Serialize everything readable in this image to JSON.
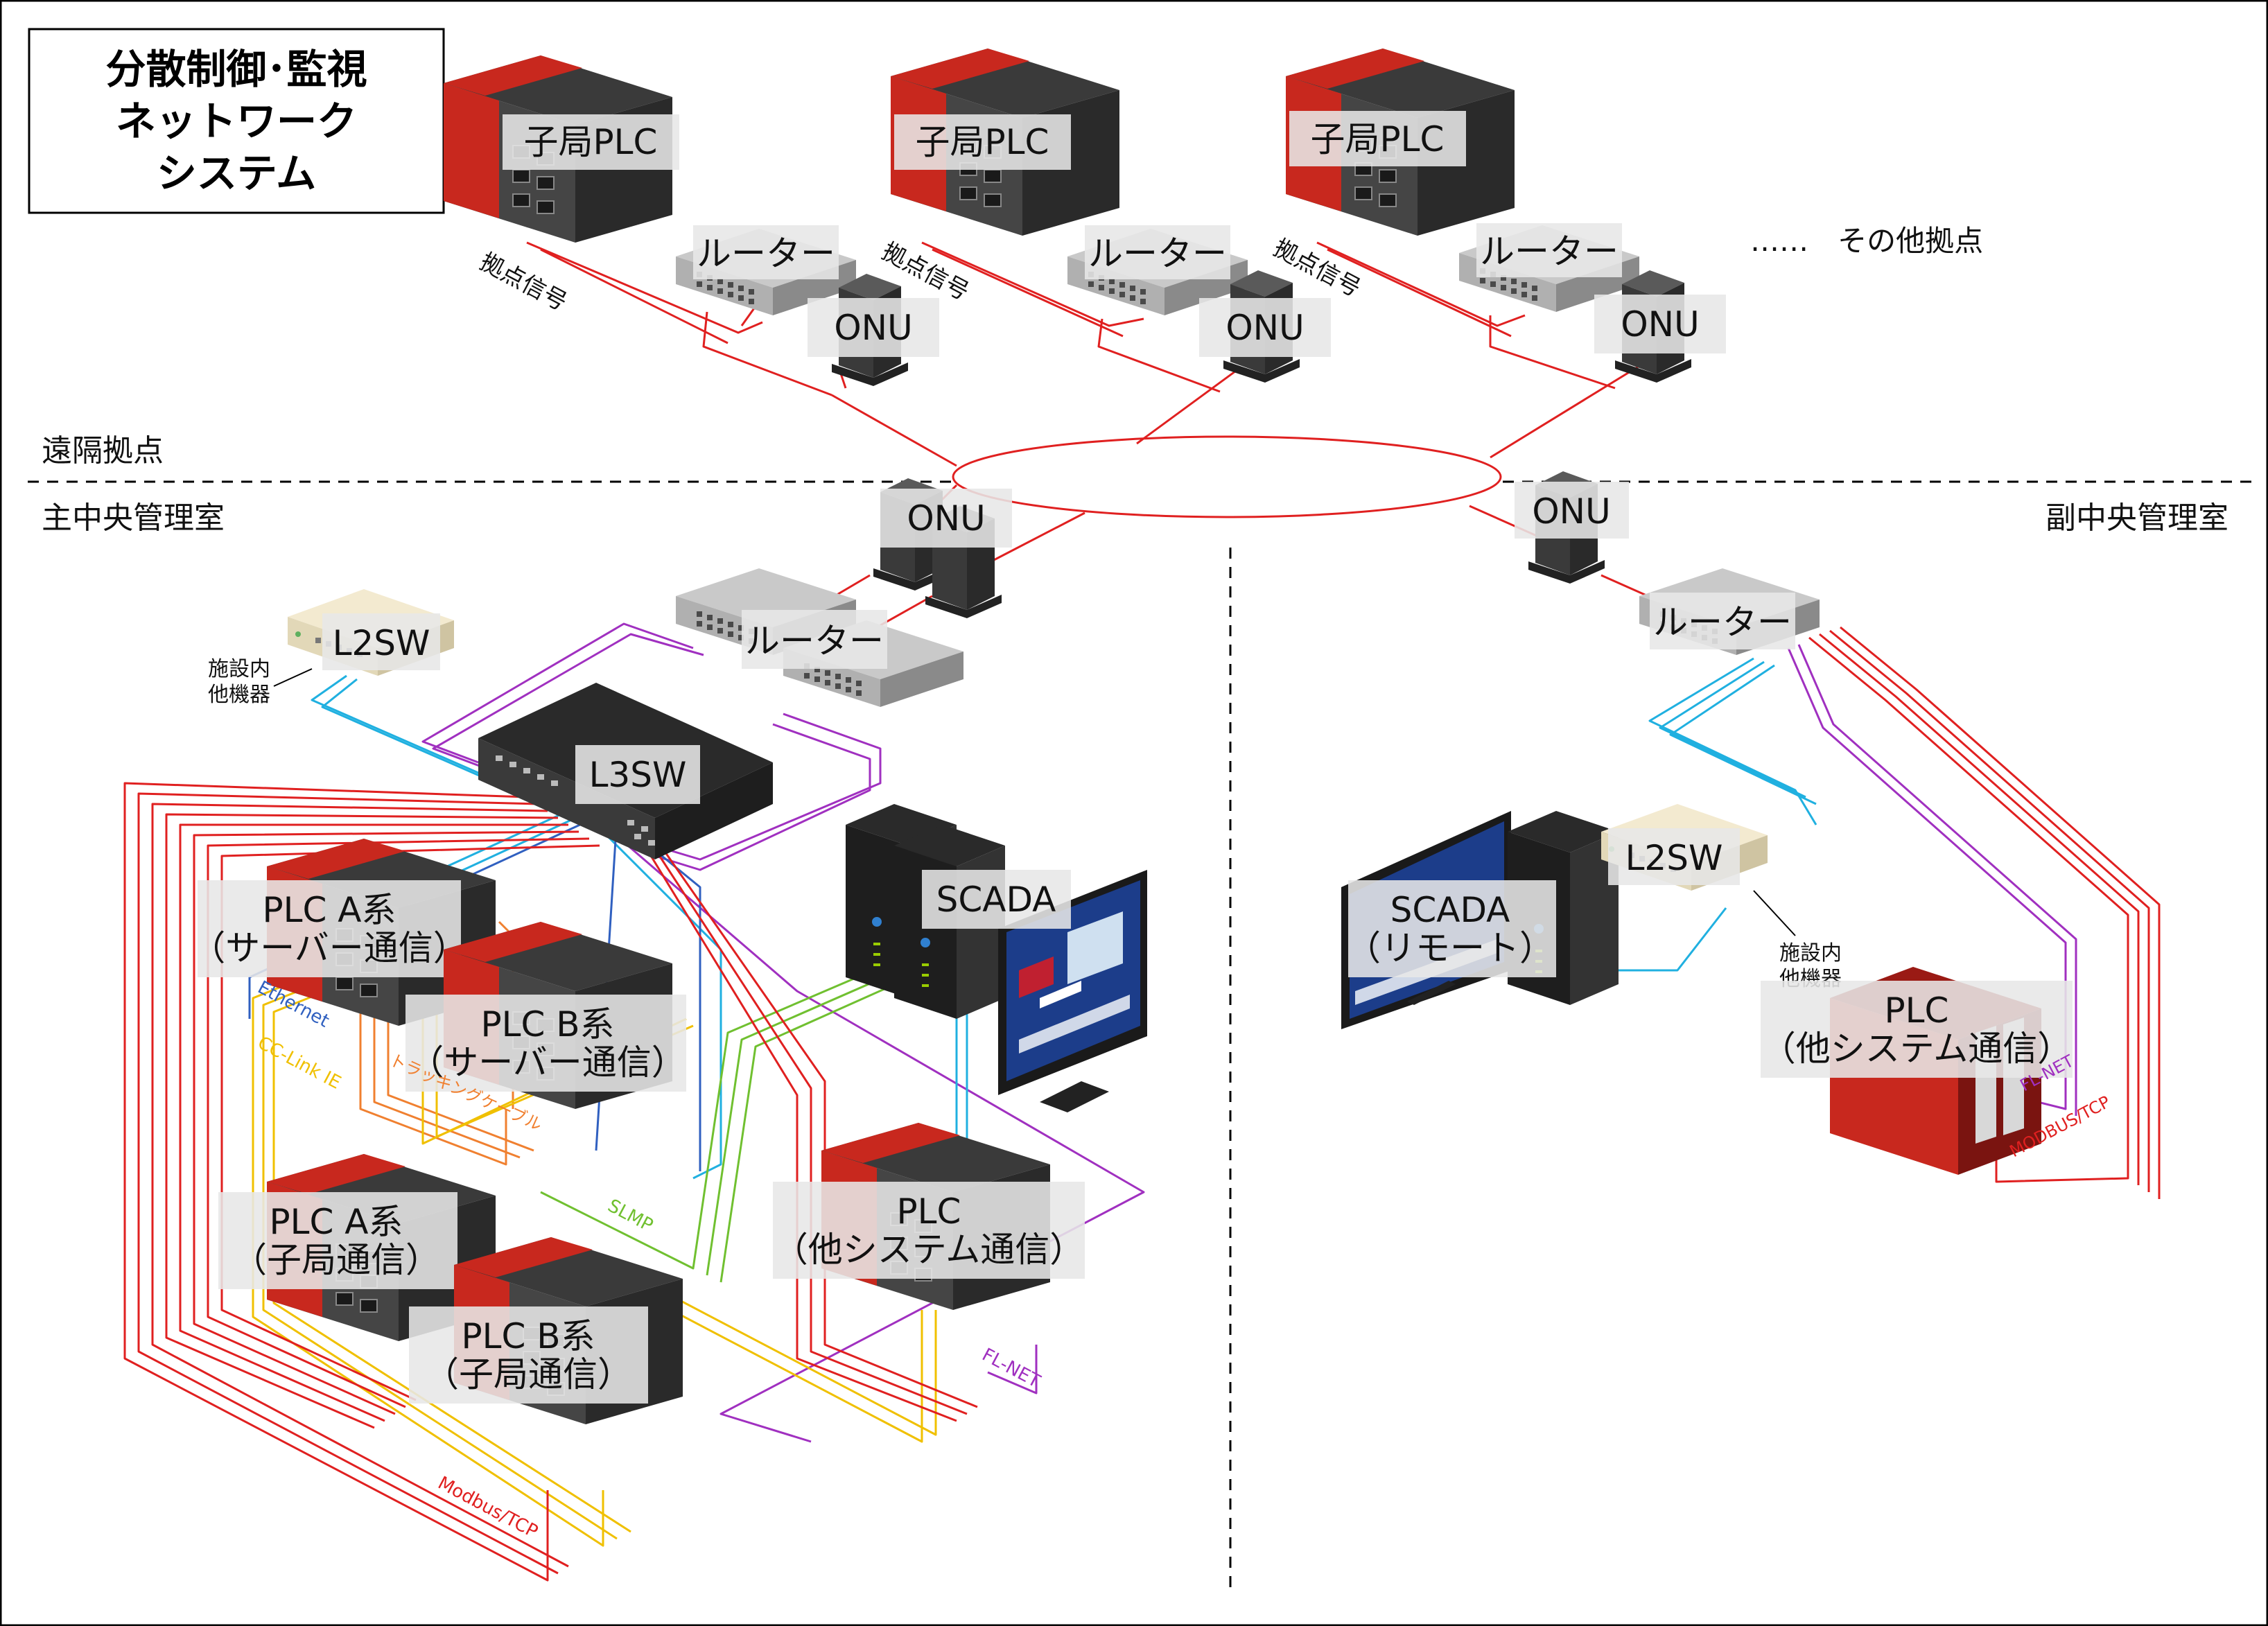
{
  "title": {
    "line1": "分散制御･監視",
    "line2": "ネットワーク",
    "line3": "システム"
  },
  "regions": {
    "remote": "遠隔拠点",
    "main_room": "主中央管理室",
    "sub_room": "副中央管理室"
  },
  "remote_sites": {
    "plc_label": "子局PLC",
    "router_label": "ルーター",
    "onu_label": "ONU",
    "signal_label": "拠点信号",
    "others_label": "‥‥‥　その他拠点"
  },
  "main_room": {
    "onu": "ONU",
    "router": "ルーター",
    "l2sw": "L2SW",
    "l2sw_note_1": "施設内",
    "l2sw_note_2": "他機器",
    "l3sw": "L3SW",
    "scada": "SCADA",
    "plc_a_server": [
      "PLC A系",
      "（サーバー通信）"
    ],
    "plc_b_server": [
      "PLC B系",
      "（サーバー通信）"
    ],
    "plc_a_child": [
      "PLC A系",
      "（子局通信）"
    ],
    "plc_b_child": [
      "PLC B系",
      "（子局通信）"
    ],
    "plc_other": [
      "PLC",
      "（他システム通信）"
    ],
    "wire_labels": {
      "ethernet": "Ethernet",
      "cclink": "CC-Link IE",
      "tracking": "トラッキングケーブル",
      "slmp": "SLMP",
      "flnet": "FL-NET",
      "modbus": "Modbus/TCP"
    }
  },
  "sub_room": {
    "onu": "ONU",
    "router": "ルーター",
    "l2sw": "L2SW",
    "l2sw_note_1": "施設内",
    "l2sw_note_2": "他機器",
    "scada": [
      "SCADA",
      "（リモート）"
    ],
    "plc": [
      "PLC",
      "（他システム通信）"
    ],
    "wire_labels": {
      "flnet": "FL-NET",
      "modbus": "MODBUS/TCP"
    }
  },
  "colors": {
    "red_wire": "#e02020",
    "cyan_wire": "#20b0e0",
    "purple_wire": "#a030c0",
    "yellow_wire": "#f0c000",
    "green_wire": "#70c030",
    "blue_wire": "#3060c0",
    "orange_wire": "#f08030",
    "plc_red": "#c8281e"
  }
}
